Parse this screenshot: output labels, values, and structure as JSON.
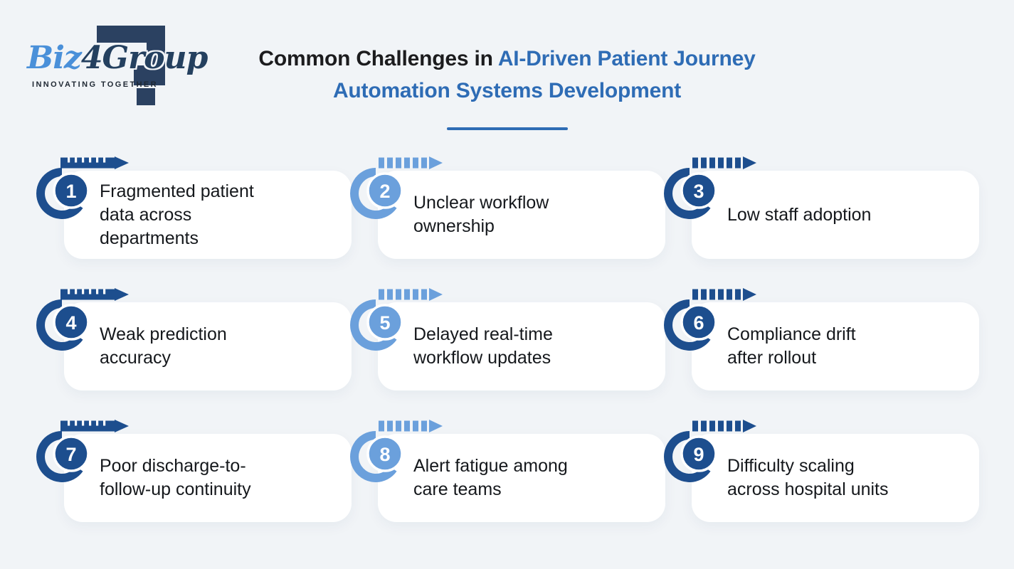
{
  "page": {
    "background": "#f1f4f7"
  },
  "logo": {
    "brand_biz": "Biz",
    "brand_4": "4",
    "brand_group": "Group",
    "tagline": "INNOVATING TOGETHER",
    "colors": {
      "biz": "#4a90d9",
      "group": "#24405f",
      "mark": "#2b4161"
    }
  },
  "header": {
    "title_dark_part": "Common Challenges in",
    "title_blue_part1": "AI-Driven Patient Journey",
    "title_line2": "Automation Systems Development",
    "accent": "#2e6cb5"
  },
  "colors": {
    "navy": "#1d4e8e",
    "light_blue": "#6ba0dc",
    "card_bg": "#ffffff",
    "text": "#15181c",
    "number_text": "#ffffff"
  },
  "cards": [
    {
      "number": "1",
      "color": "navy",
      "arrow": "notched",
      "text": "Fragmented patient\ndata across\ndepartments"
    },
    {
      "number": "2",
      "color": "light_blue",
      "arrow": "dashed",
      "text": "Unclear workflow\nownership"
    },
    {
      "number": "3",
      "color": "navy",
      "arrow": "dashed",
      "text": "Low staff adoption"
    },
    {
      "number": "4",
      "color": "navy",
      "arrow": "notched",
      "text": "Weak prediction\naccuracy"
    },
    {
      "number": "5",
      "color": "light_blue",
      "arrow": "dashed",
      "text": "Delayed real-time\nworkflow updates"
    },
    {
      "number": "6",
      "color": "navy",
      "arrow": "dashed",
      "text": "Compliance drift\nafter rollout"
    },
    {
      "number": "7",
      "color": "navy",
      "arrow": "notched",
      "text": "Poor discharge-to-\nfollow-up continuity"
    },
    {
      "number": "8",
      "color": "light_blue",
      "arrow": "dashed",
      "text": "Alert fatigue among\ncare teams"
    },
    {
      "number": "9",
      "color": "navy",
      "arrow": "dashed",
      "text": "Difficulty scaling\nacross hospital units"
    }
  ]
}
